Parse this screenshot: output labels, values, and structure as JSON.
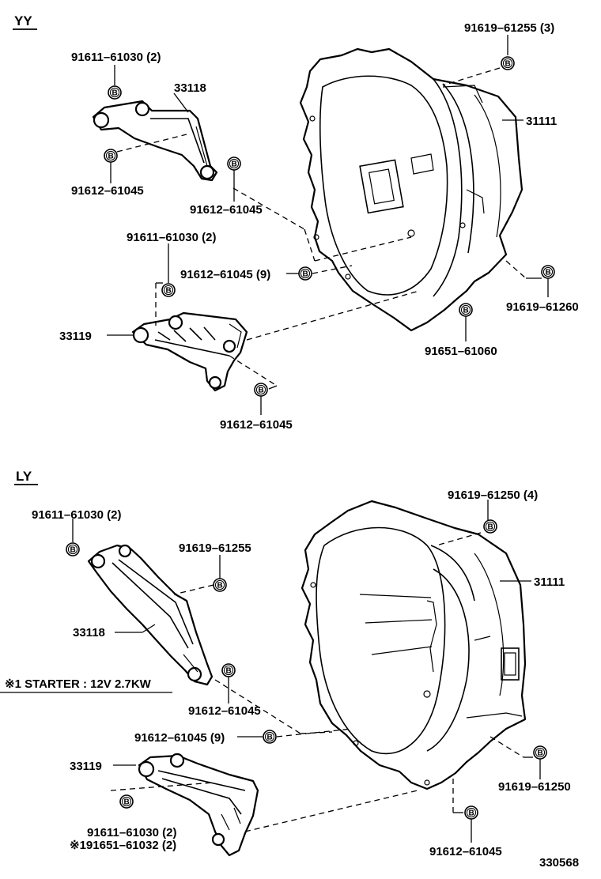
{
  "sections": {
    "yy": "YY",
    "ly": "LY"
  },
  "bolt_symbol": "B",
  "labels": {
    "yy_91619_61255_3": "91619–61255 (3)",
    "yy_91611_61030_2_top": "91611–61030 (2)",
    "yy_33118": "33118",
    "yy_31111": "31111",
    "yy_91612_61045_a": "91612–61045",
    "yy_91612_61045_b": "91612–61045",
    "yy_91611_61030_2_mid": "91611–61030 (2)",
    "yy_91612_61045_9": "91612–61045 (9)",
    "yy_91619_61260": "91619–61260",
    "yy_33119": "33119",
    "yy_91651_61060": "91651–61060",
    "yy_91612_61045_c": "91612–61045",
    "ly_91619_61250_4": "91619–61250 (4)",
    "ly_91611_61030_2_top": "91611–61030 (2)",
    "ly_91619_61255": "91619–61255",
    "ly_31111": "31111",
    "ly_33118": "33118",
    "ly_starter_note": "※1 STARTER : 12V  2.7KW",
    "ly_91612_61045_a": "91612–61045",
    "ly_91612_61045_9": "91612–61045 (9)",
    "ly_33119": "33119",
    "ly_91619_61250": "91619–61250",
    "ly_91611_61030_2_bot": "91611–61030 (2)",
    "ly_91651_61032_2": "※191651–61032 (2)",
    "ly_91612_61045_b": "91612–61045",
    "diagram_number": "330568"
  }
}
